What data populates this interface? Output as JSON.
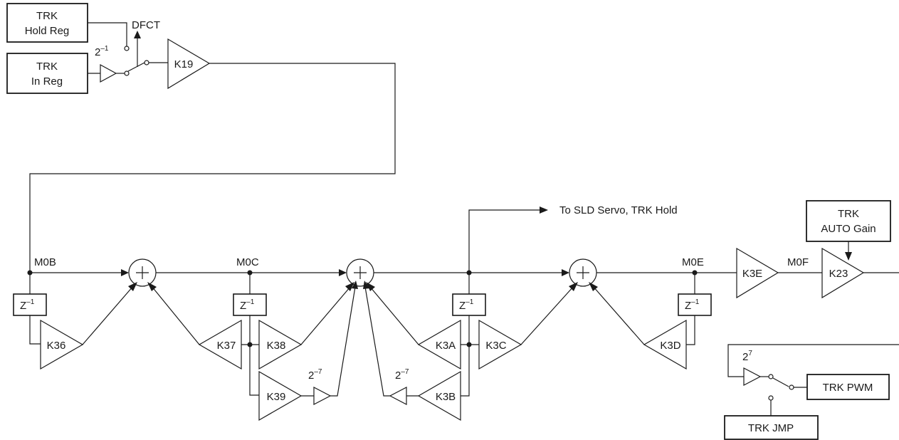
{
  "blocks": {
    "trk_hold_reg": [
      "TRK",
      "Hold Reg"
    ],
    "trk_in_reg": [
      "TRK",
      "In Reg"
    ],
    "trk_auto_gain": [
      "TRK",
      "AUTO Gain"
    ],
    "trk_pwm": "TRK PWM",
    "trk_jmp": "TRK JMP"
  },
  "gains": {
    "k19": "K19",
    "k36": "K36",
    "k37": "K37",
    "k38": "K38",
    "k39": "K39",
    "k3a": "K3A",
    "k3b": "K3B",
    "k3c": "K3C",
    "k3d": "K3D",
    "k3e": "K3E",
    "k23": "K23"
  },
  "scalers": {
    "in_shift": {
      "base": "2",
      "exp": "–1"
    },
    "k39_shift": {
      "base": "2",
      "exp": "–7"
    },
    "k3b_shift": {
      "base": "2",
      "exp": "–7"
    },
    "pwm_shift": {
      "base": "2",
      "exp": "7"
    }
  },
  "delays": {
    "base": "Z",
    "exp": "–1"
  },
  "nodes": {
    "m0b": "M0B",
    "m0c": "M0C",
    "m0e": "M0E",
    "m0f": "M0F"
  },
  "signals": {
    "dfct": "DFCT",
    "sld_out": "To SLD Servo, TRK Hold"
  }
}
